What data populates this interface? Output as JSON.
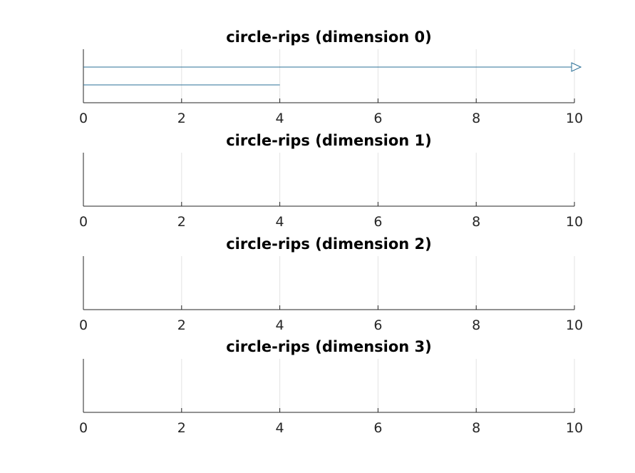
{
  "chart_data": [
    {
      "type": "barcode",
      "title": "circle-rips (dimension 0)",
      "xlim": [
        0,
        10
      ],
      "xticks": [
        0,
        2,
        4,
        6,
        8,
        10
      ],
      "xtick_labels": [
        "0",
        "2",
        "4",
        "6",
        "8",
        "10"
      ],
      "grid": "vertical",
      "bars": [
        {
          "birth": 0,
          "death": 10,
          "infinite": true
        },
        {
          "birth": 0,
          "death": 4,
          "infinite": false
        }
      ]
    },
    {
      "type": "barcode",
      "title": "circle-rips (dimension 1)",
      "xlim": [
        0,
        10
      ],
      "xticks": [
        0,
        2,
        4,
        6,
        8,
        10
      ],
      "xtick_labels": [
        "0",
        "2",
        "4",
        "6",
        "8",
        "10"
      ],
      "grid": "vertical",
      "bars": []
    },
    {
      "type": "barcode",
      "title": "circle-rips (dimension 2)",
      "xlim": [
        0,
        10
      ],
      "xticks": [
        0,
        2,
        4,
        6,
        8,
        10
      ],
      "xtick_labels": [
        "0",
        "2",
        "4",
        "6",
        "8",
        "10"
      ],
      "grid": "vertical",
      "bars": []
    },
    {
      "type": "barcode",
      "title": "circle-rips (dimension 3)",
      "xlim": [
        0,
        10
      ],
      "xticks": [
        0,
        2,
        4,
        6,
        8,
        10
      ],
      "xtick_labels": [
        "0",
        "2",
        "4",
        "6",
        "8",
        "10"
      ],
      "grid": "vertical",
      "bars": []
    }
  ],
  "colors": {
    "bar": "#2a6f97",
    "axis": "#262626",
    "grid": "#e3e3e3"
  }
}
